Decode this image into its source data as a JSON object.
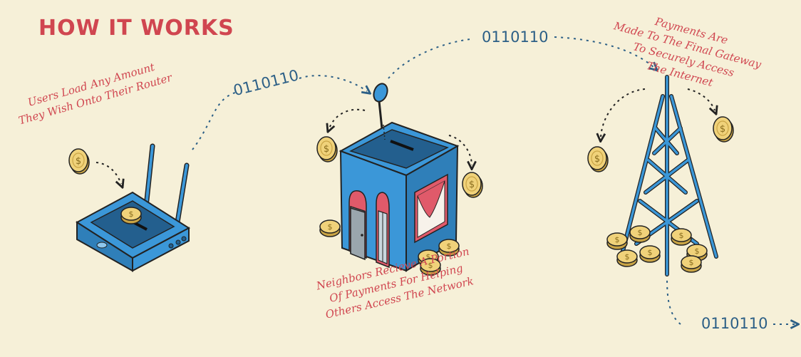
{
  "title": "HOW IT WORKS",
  "notes": {
    "router": [
      "Users Load Any Amount",
      "They Wish Onto Their Router"
    ],
    "neighbors": [
      "Neighbors Recieve A Portion",
      "Of Payments For Helping",
      "Others Access The Network"
    ],
    "gateway": [
      "Payments Are",
      "Made To The Final Gateway",
      "To Securely Access",
      "The Internet"
    ]
  },
  "binary": {
    "router_to_house": "0110110",
    "house_to_tower": "0110110",
    "tower_out": "0110110"
  },
  "icons": {
    "coin": "dollar-coin-icon",
    "router": "router-icon",
    "house": "house-icon",
    "tower": "tower-icon"
  },
  "coin_symbol": "$",
  "colors": {
    "background": "#f6f0d8",
    "accent_red": "#d04650",
    "binary_blue": "#2c5f86",
    "device_blue": "#3b97d8",
    "device_dark": "#235f8e",
    "coin_gold": "#f0d27a"
  }
}
